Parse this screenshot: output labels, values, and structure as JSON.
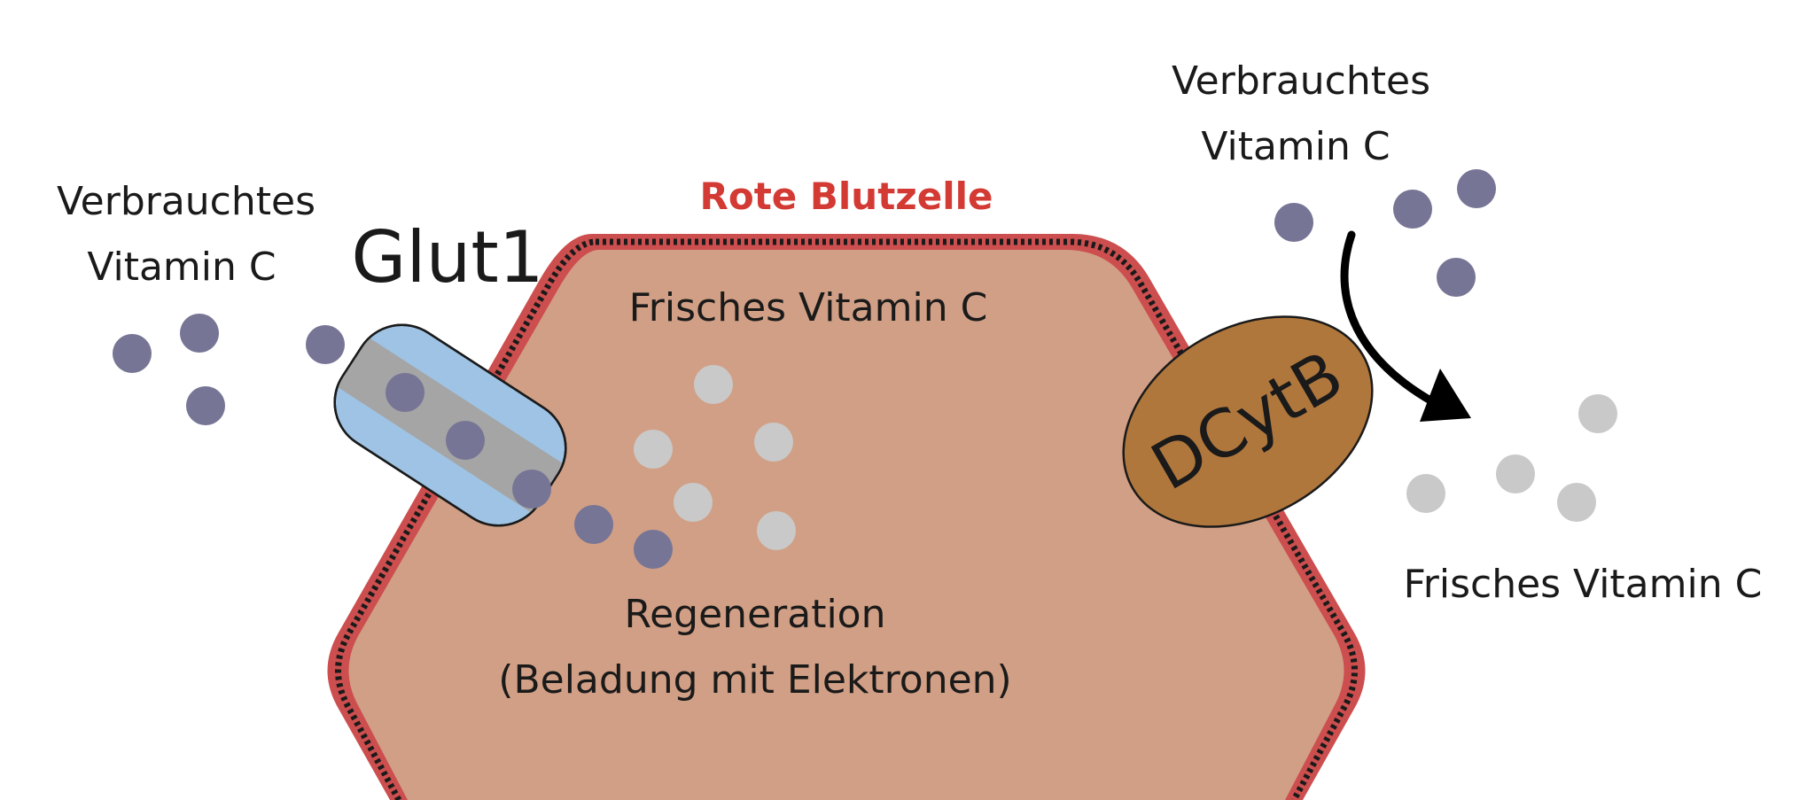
{
  "colors": {
    "cell_fill": "#d19f85",
    "membrane": "#cc4e4e",
    "title": "#d33a34",
    "used_vitamin": "#767595",
    "fresh_vitamin": "#c9c9c9",
    "glut_blue": "#9ec3e4",
    "glut_channel": "#a5a5a5",
    "dcytb": "#b0773d"
  },
  "labels": {
    "cell_title": "Rote Blutzelle",
    "glut1": "Glut1",
    "dcytb": "DCytB",
    "left_used_line1": "Verbrauchtes",
    "left_used_line2": "Vitamin C",
    "right_used_line1": "Verbrauchtes",
    "right_used_line2": "Vitamin C",
    "inside_fresh": "Frisches Vitamin C",
    "regeneration_line1": "Regeneration",
    "regeneration_line2": "(Beladung mit Elektronen)",
    "right_fresh": "Frisches Vitamin C"
  }
}
